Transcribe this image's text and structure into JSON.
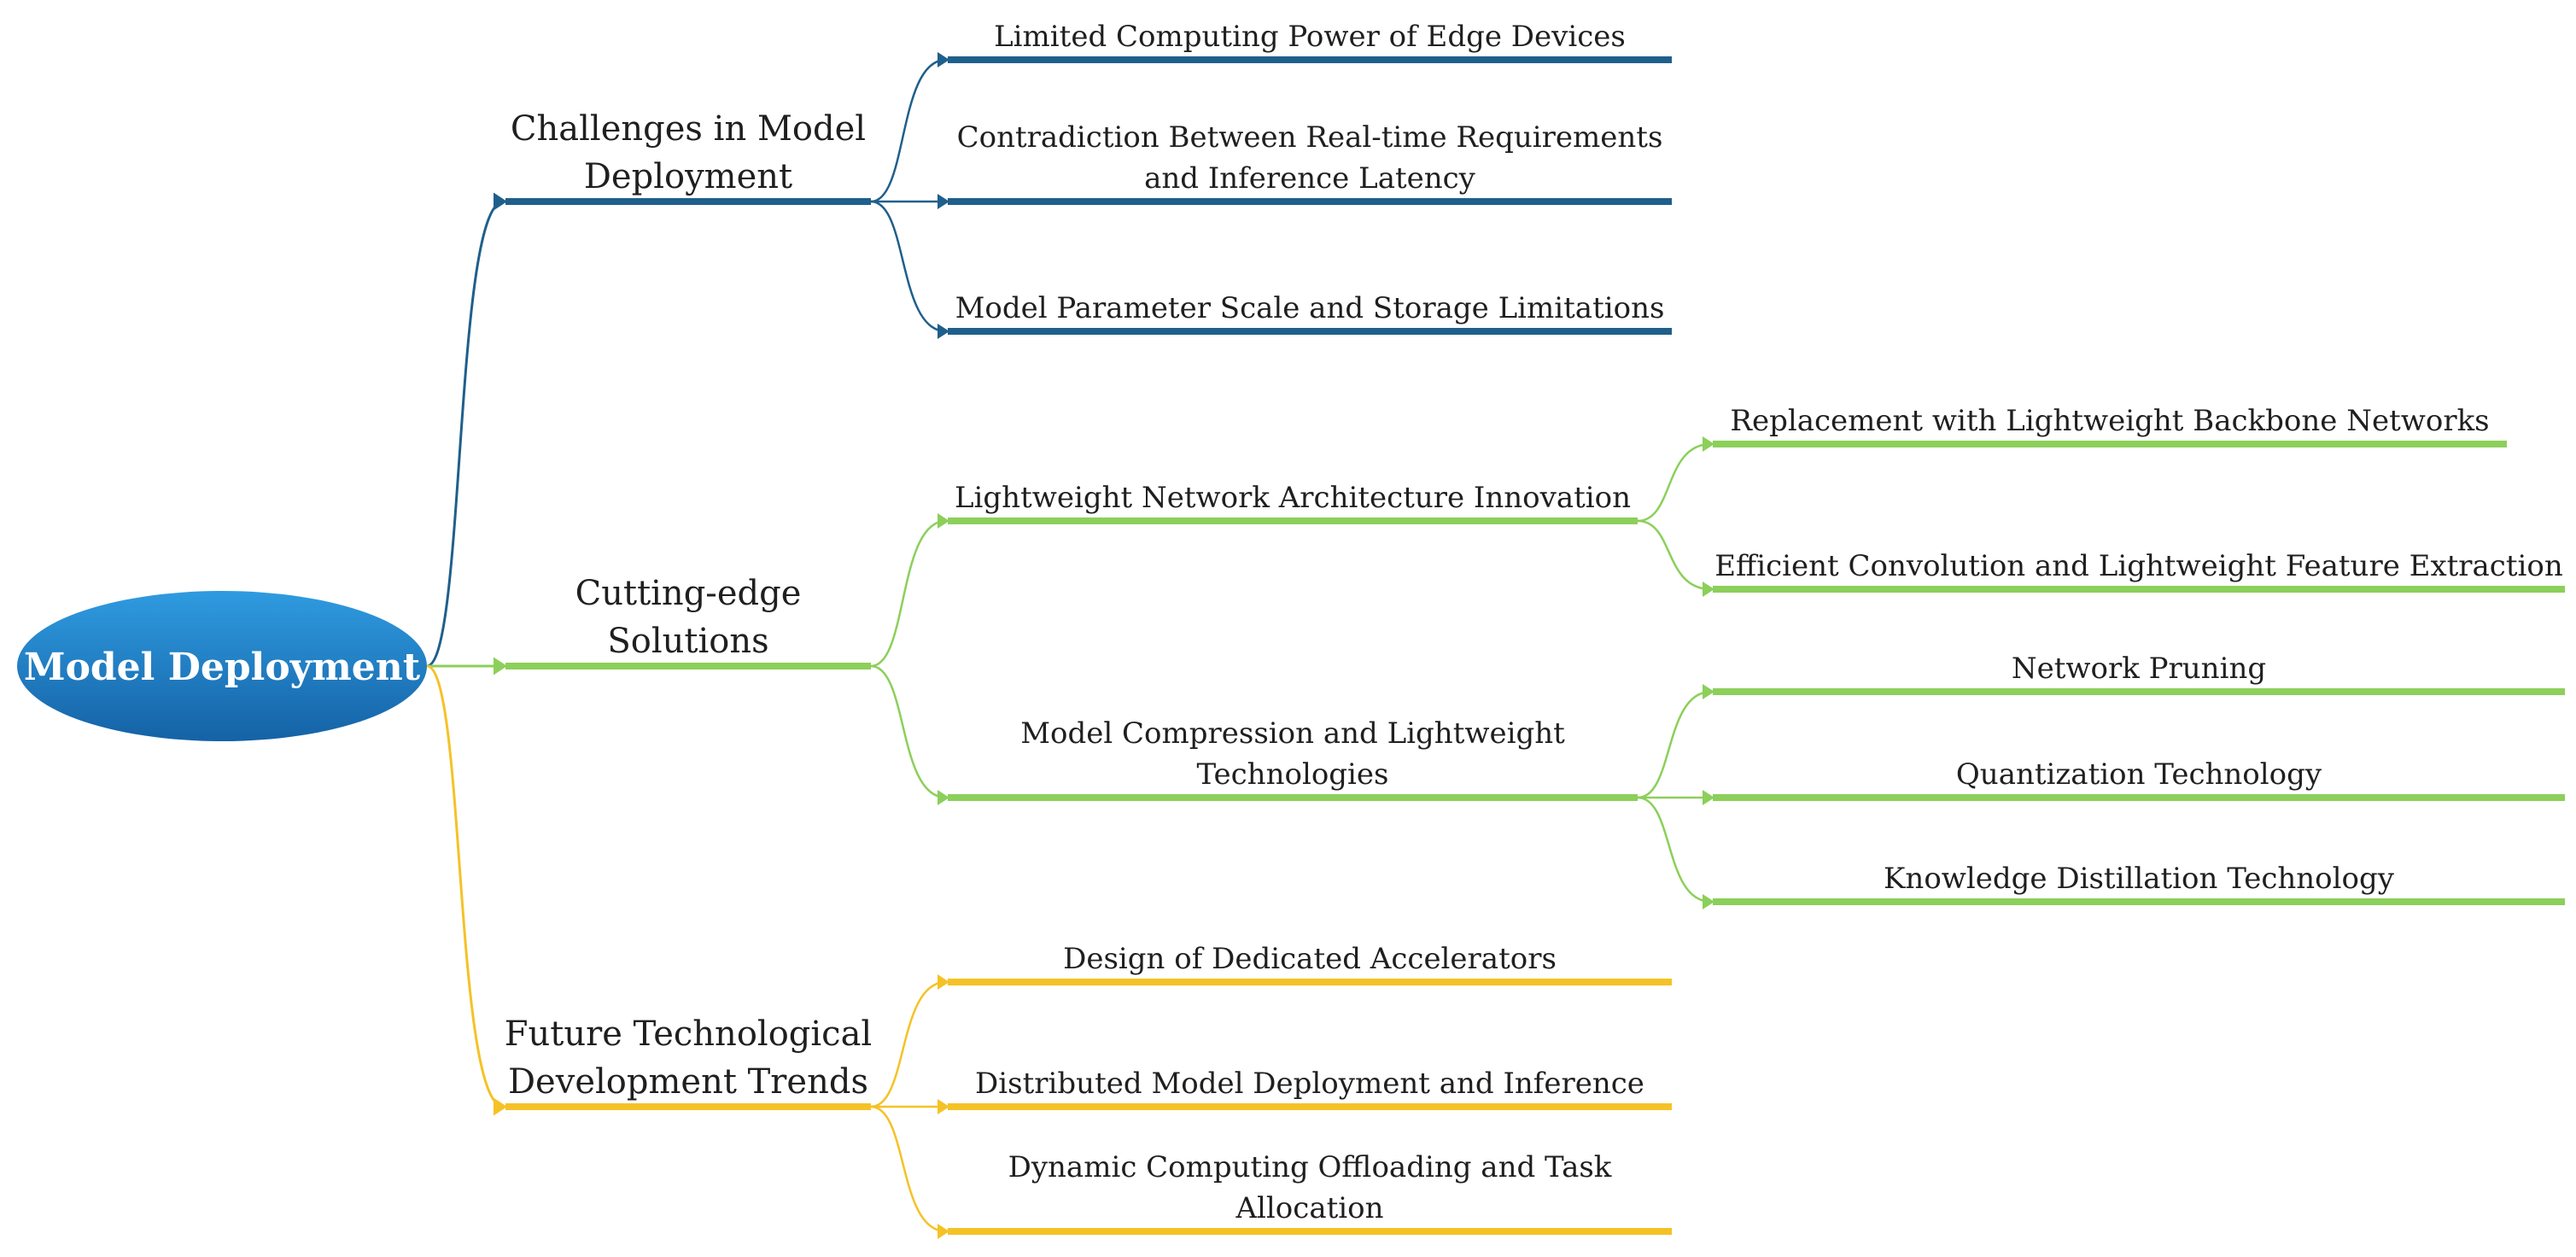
{
  "colors": {
    "challenges": "#1f5f8b",
    "solutions": "#8ccf5a",
    "trends": "#f5c226",
    "root_fill_top": "#2f9be0",
    "root_fill_bottom": "#1562a6"
  },
  "root": {
    "label": "Model Deployment"
  },
  "branches": [
    {
      "key": "challenges",
      "label_lines": [
        "Challenges in Model",
        "Deployment"
      ],
      "children": [
        {
          "label_lines": [
            "Limited Computing Power of Edge Devices"
          ],
          "children": []
        },
        {
          "label_lines": [
            "Contradiction Between Real-time Requirements",
            "and Inference Latency"
          ],
          "children": []
        },
        {
          "label_lines": [
            "Model Parameter Scale and Storage Limitations"
          ],
          "children": []
        }
      ]
    },
    {
      "key": "solutions",
      "label_lines": [
        "Cutting-edge",
        "Solutions"
      ],
      "children": [
        {
          "label_lines": [
            "Lightweight Network Architecture Innovation"
          ],
          "children": [
            {
              "label_lines": [
                "Replacement with Lightweight Backbone Networks"
              ]
            },
            {
              "label_lines": [
                "Efficient Convolution and Lightweight Feature Extraction"
              ]
            }
          ]
        },
        {
          "label_lines": [
            "Model Compression and Lightweight",
            "Technologies"
          ],
          "children": [
            {
              "label_lines": [
                "Network Pruning"
              ]
            },
            {
              "label_lines": [
                "Quantization Technology"
              ]
            },
            {
              "label_lines": [
                "Knowledge Distillation Technology"
              ]
            }
          ]
        }
      ]
    },
    {
      "key": "trends",
      "label_lines": [
        "Future Technological",
        "Development Trends"
      ],
      "children": [
        {
          "label_lines": [
            "Design of Dedicated Accelerators"
          ],
          "children": []
        },
        {
          "label_lines": [
            "Distributed Model Deployment and Inference"
          ],
          "children": []
        },
        {
          "label_lines": [
            "Dynamic Computing Offloading and Task",
            "Allocation"
          ],
          "children": []
        }
      ]
    }
  ]
}
